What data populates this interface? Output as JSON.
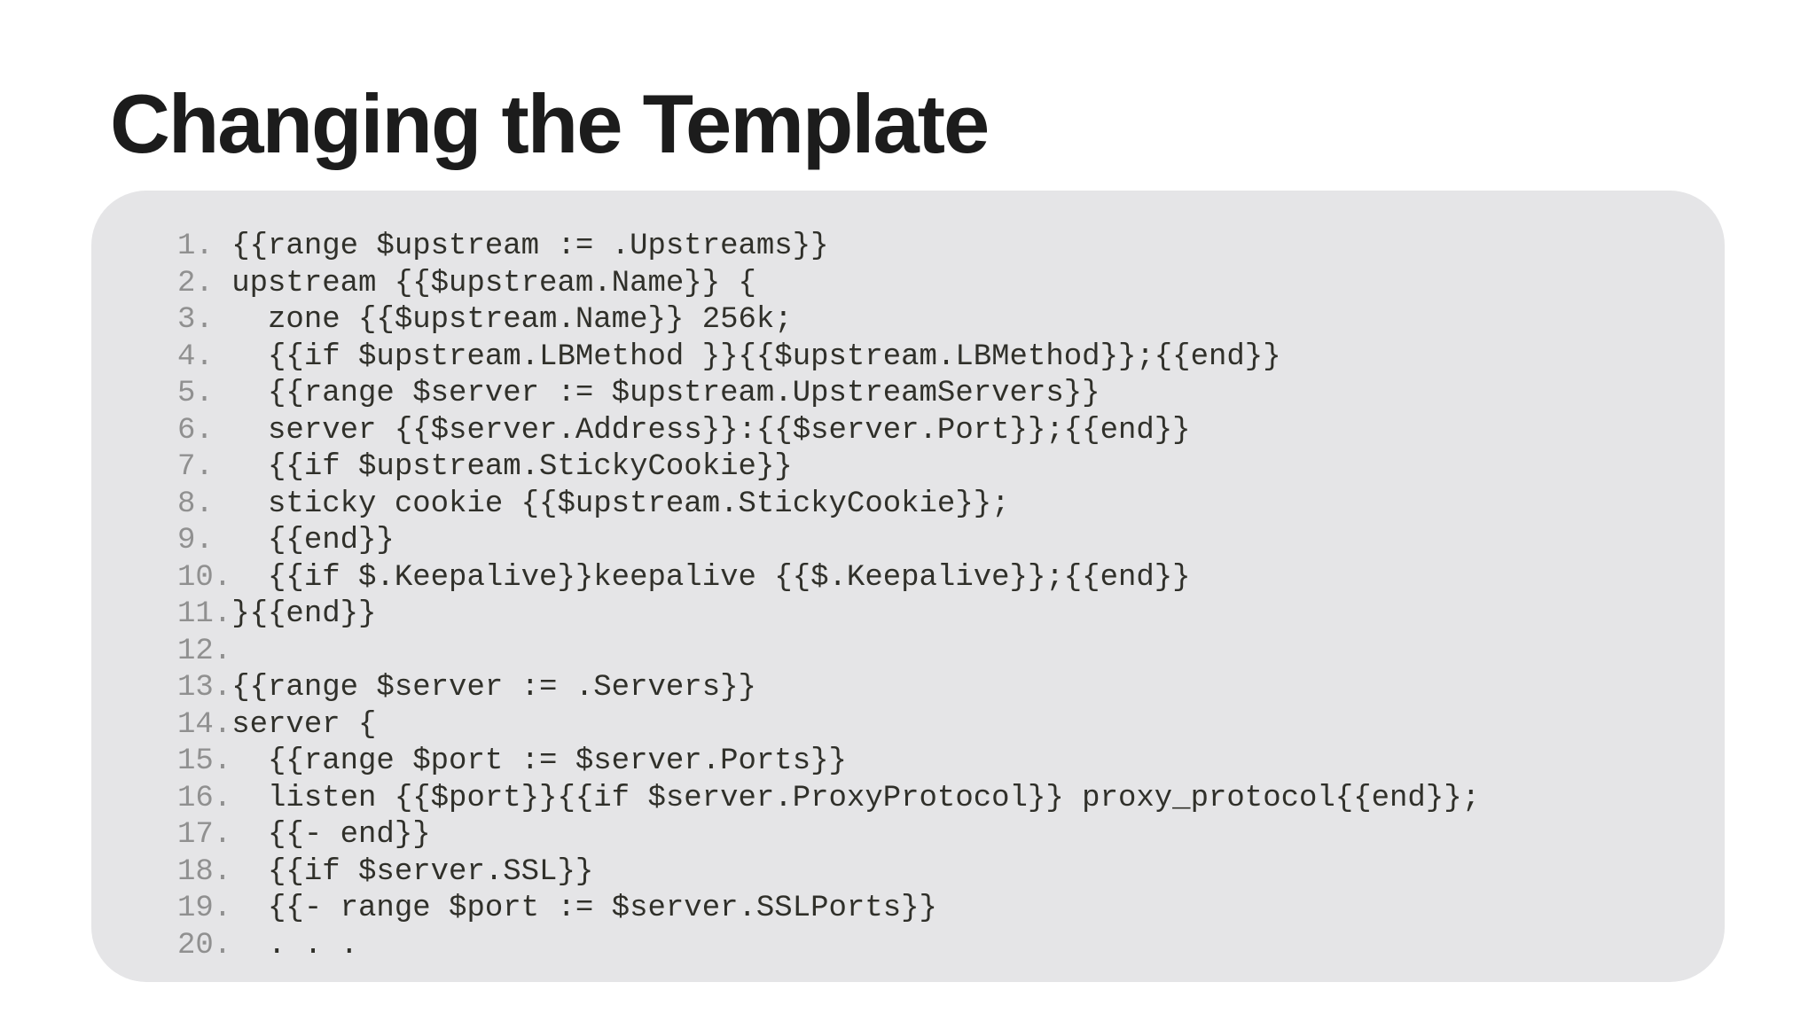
{
  "title": "Changing the Template",
  "colors": {
    "page-bg": "#ffffff",
    "title-color": "#1c1c1c",
    "code-bg": "#e5e5e7",
    "code-color": "#30302a",
    "linenum-color": "#909090"
  },
  "code_block": {
    "lines": [
      {
        "n": "1.",
        "code": "{{range $upstream := .Upstreams}}"
      },
      {
        "n": "2.",
        "code": "upstream {{$upstream.Name}} {"
      },
      {
        "n": "3.",
        "code": "  zone {{$upstream.Name}} 256k;"
      },
      {
        "n": "4.",
        "code": "  {{if $upstream.LBMethod }}{{$upstream.LBMethod}};{{end}}"
      },
      {
        "n": "5.",
        "code": "  {{range $server := $upstream.UpstreamServers}}"
      },
      {
        "n": "6.",
        "code": "  server {{$server.Address}}:{{$server.Port}};{{end}}"
      },
      {
        "n": "7.",
        "code": "  {{if $upstream.StickyCookie}}"
      },
      {
        "n": "8.",
        "code": "  sticky cookie {{$upstream.StickyCookie}};"
      },
      {
        "n": "9.",
        "code": "  {{end}}"
      },
      {
        "n": "10.",
        "code": "  {{if $.Keepalive}}keepalive {{$.Keepalive}};{{end}}"
      },
      {
        "n": "11.",
        "code": "}{{end}}"
      },
      {
        "n": "12.",
        "code": ""
      },
      {
        "n": "13.",
        "code": "{{range $server := .Servers}}"
      },
      {
        "n": "14.",
        "code": "server {"
      },
      {
        "n": "15.",
        "code": "  {{range $port := $server.Ports}}"
      },
      {
        "n": "16.",
        "code": "  listen {{$port}}{{if $server.ProxyProtocol}} proxy_protocol{{end}};"
      },
      {
        "n": "17.",
        "code": "  {{- end}}"
      },
      {
        "n": "18.",
        "code": "  {{if $server.SSL}}"
      },
      {
        "n": "19.",
        "code": "  {{- range $port := $server.SSLPorts}}"
      },
      {
        "n": "20.",
        "code": "  . . ."
      }
    ]
  }
}
